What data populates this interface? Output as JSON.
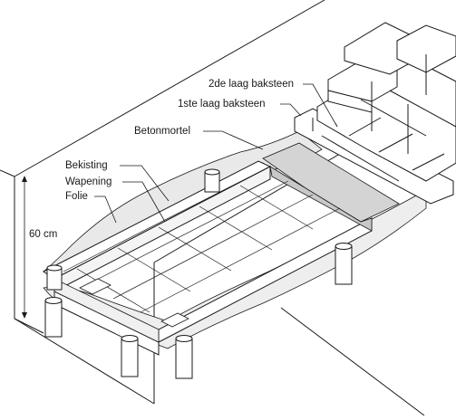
{
  "labels": {
    "brick_layer_2": "2de laag baksteen",
    "brick_layer_1": "1ste laag baksteen",
    "concrete": "Betonmortel",
    "formwork": "Bekisting",
    "reinforcement": "Wapening",
    "foil": "Folie",
    "depth": "60 cm"
  },
  "colors": {
    "ink": "#1a1a1a",
    "concrete_fill": "#d4d4d4",
    "foil_fill": "#e9e9e9",
    "brick_fill": "#ffffff"
  }
}
